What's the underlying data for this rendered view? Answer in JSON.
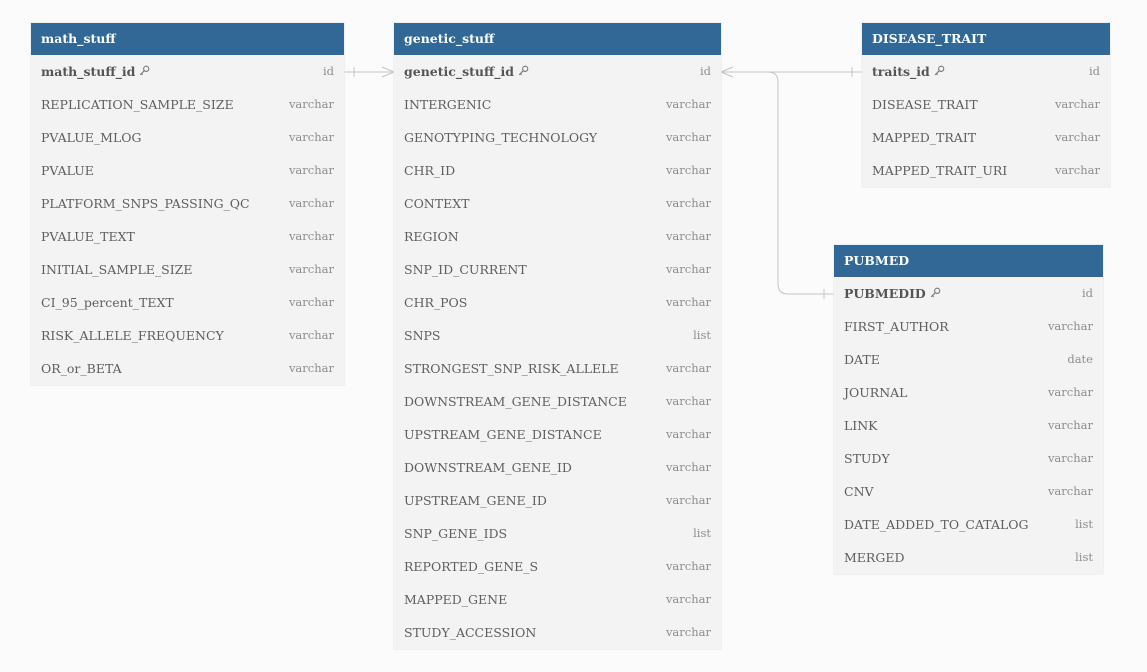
{
  "tables": [
    {
      "id": "math_stuff",
      "name": "math_stuff",
      "fields": [
        {
          "name": "math_stuff_id",
          "type": "id",
          "pk": true
        },
        {
          "name": "REPLICATION_SAMPLE_SIZE",
          "type": "varchar"
        },
        {
          "name": "PVALUE_MLOG",
          "type": "varchar"
        },
        {
          "name": "PVALUE",
          "type": "varchar"
        },
        {
          "name": "PLATFORM_SNPS_PASSING_QC",
          "type": "varchar"
        },
        {
          "name": "PVALUE_TEXT",
          "type": "varchar"
        },
        {
          "name": "INITIAL_SAMPLE_SIZE",
          "type": "varchar"
        },
        {
          "name": "CI_95_percent_TEXT",
          "type": "varchar"
        },
        {
          "name": "RISK_ALLELE_FREQUENCY",
          "type": "varchar"
        },
        {
          "name": "OR_or_BETA",
          "type": "varchar"
        }
      ]
    },
    {
      "id": "genetic_stuff",
      "name": "genetic_stuff",
      "fields": [
        {
          "name": "genetic_stuff_id",
          "type": "id",
          "pk": true
        },
        {
          "name": "INTERGENIC",
          "type": "varchar"
        },
        {
          "name": "GENOTYPING_TECHNOLOGY",
          "type": "varchar"
        },
        {
          "name": "CHR_ID",
          "type": "varchar"
        },
        {
          "name": "CONTEXT",
          "type": "varchar"
        },
        {
          "name": "REGION",
          "type": "varchar"
        },
        {
          "name": "SNP_ID_CURRENT",
          "type": "varchar"
        },
        {
          "name": "CHR_POS",
          "type": "varchar"
        },
        {
          "name": "SNPS",
          "type": "list"
        },
        {
          "name": "STRONGEST_SNP_RISK_ALLELE",
          "type": "varchar"
        },
        {
          "name": "DOWNSTREAM_GENE_DISTANCE",
          "type": "varchar"
        },
        {
          "name": "UPSTREAM_GENE_DISTANCE",
          "type": "varchar"
        },
        {
          "name": "DOWNSTREAM_GENE_ID",
          "type": "varchar"
        },
        {
          "name": "UPSTREAM_GENE_ID",
          "type": "varchar"
        },
        {
          "name": "SNP_GENE_IDS",
          "type": "list"
        },
        {
          "name": "REPORTED_GENE_S",
          "type": "varchar"
        },
        {
          "name": "MAPPED_GENE",
          "type": "varchar"
        },
        {
          "name": "STUDY_ACCESSION",
          "type": "varchar"
        }
      ]
    },
    {
      "id": "disease_trait",
      "name": "DISEASE_TRAIT",
      "fields": [
        {
          "name": "traits_id",
          "type": "id",
          "pk": true
        },
        {
          "name": "DISEASE_TRAIT",
          "type": "varchar"
        },
        {
          "name": "MAPPED_TRAIT",
          "type": "varchar"
        },
        {
          "name": "MAPPED_TRAIT_URI",
          "type": "varchar"
        }
      ]
    },
    {
      "id": "pubmed",
      "name": "PUBMED",
      "fields": [
        {
          "name": "PUBMEDID",
          "type": "id",
          "pk": true
        },
        {
          "name": "FIRST_AUTHOR",
          "type": "varchar"
        },
        {
          "name": "DATE",
          "type": "date"
        },
        {
          "name": "JOURNAL",
          "type": "varchar"
        },
        {
          "name": "LINK",
          "type": "varchar"
        },
        {
          "name": "STUDY",
          "type": "varchar"
        },
        {
          "name": "CNV",
          "type": "varchar"
        },
        {
          "name": "DATE_ADDED_TO_CATALOG",
          "type": "list"
        },
        {
          "name": "MERGED",
          "type": "list"
        }
      ]
    }
  ],
  "colors": {
    "header_bg": "#316896",
    "header_text": "#ffffff",
    "table_bg": "#f3f3f3",
    "field_text": "#5e5e5e",
    "type_text": "#8e8e8e",
    "connector": "#c4c4c4",
    "canvas_bg": "#fbfbfb"
  }
}
